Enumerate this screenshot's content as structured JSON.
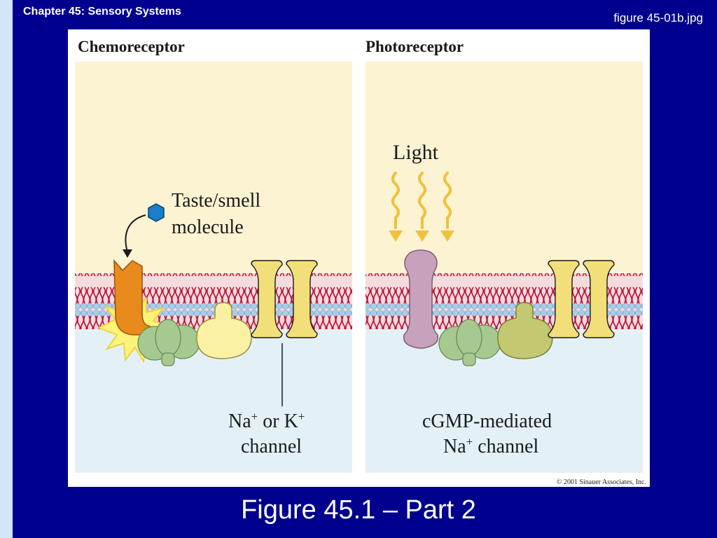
{
  "slide": {
    "header": "Chapter 45: Sensory Systems",
    "file_name": "figure 45-01b.jpg",
    "caption": "Figure 45.1 – Part 2"
  },
  "figure": {
    "left_panel": {
      "title": "Chemoreceptor",
      "molecule_label_line1": "Taste/smell",
      "molecule_label_line2": "molecule",
      "channel_label_line1_base": "Na",
      "channel_label_line1_mid": " or K",
      "channel_label_sup": "+",
      "channel_label_line2": "channel"
    },
    "right_panel": {
      "title": "Photoreceptor",
      "light_label": "Light",
      "channel_label_line1": "cGMP-mediated",
      "channel_label_line2_base": "Na",
      "channel_label_sup": "+",
      "channel_label_line2_rest": " channel"
    },
    "copyright": "© 2001 Sinauer Associates, Inc."
  },
  "colors": {
    "slide_background": "#00008e",
    "cytoplasm_top": "#fbf3d2",
    "cytoplasm_bottom": "#e3f1f7",
    "membrane_lipid": "#b8103a",
    "membrane_heads": "#a9cde8",
    "receptor_orange": "#e98a1c",
    "receptor_pink": "#c8a2bd",
    "g_protein": "#a5c98e",
    "channel_yellow": "#f3df7a",
    "enzyme_yellow": "#fbf1a5",
    "enzyme_olive": "#c3c872"
  }
}
